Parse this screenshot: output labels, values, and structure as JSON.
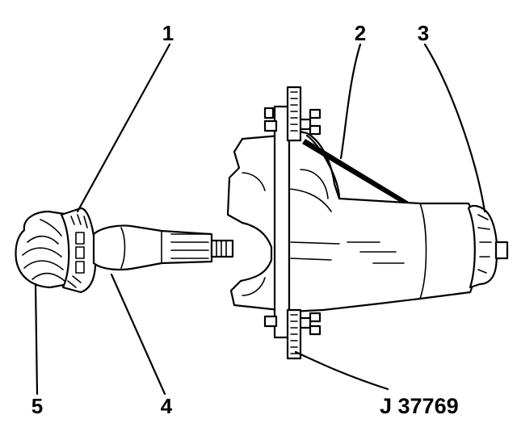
{
  "callouts": [
    {
      "id": "1",
      "text": "1"
    },
    {
      "id": "2",
      "text": "2"
    },
    {
      "id": "3",
      "text": "3"
    },
    {
      "id": "4",
      "text": "4"
    },
    {
      "id": "5",
      "text": "5"
    }
  ],
  "tool_label": "J 37769"
}
